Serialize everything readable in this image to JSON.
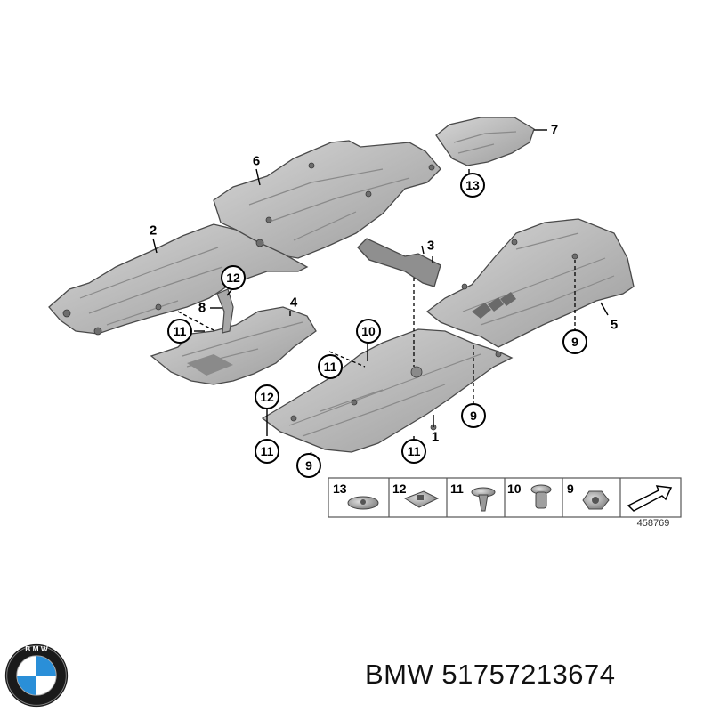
{
  "callouts": {
    "c1": "1",
    "c2": "2",
    "c3": "3",
    "c4": "4",
    "c5": "5",
    "c6": "6",
    "c7": "7",
    "c8": "8",
    "c9a": "9",
    "c9b": "9",
    "c9c": "9",
    "c10": "10",
    "c11a": "11",
    "c11b": "11",
    "c11c": "11",
    "c11d": "11",
    "c12a": "12",
    "c12b": "12",
    "c13": "13"
  },
  "legend": {
    "items": [
      "13",
      "12",
      "11",
      "10",
      "9"
    ]
  },
  "diagram_id": "458769",
  "footer": {
    "caption": "BMW 51757213674",
    "logo_letters": "BMW"
  },
  "colors": {
    "panel": "#bdbdbd",
    "outline": "#4a4a4a",
    "logo_blue": "#2a8fd8"
  }
}
